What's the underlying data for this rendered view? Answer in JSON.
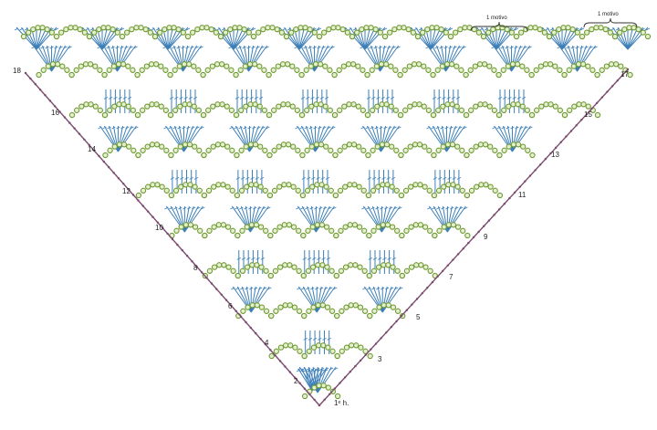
{
  "diagram": {
    "row_labels_left": [
      "18",
      "16",
      "14",
      "12",
      "10",
      "8",
      "6",
      "4",
      "2"
    ],
    "row_labels_right": [
      "17",
      "15",
      "13",
      "11",
      "9",
      "7",
      "5",
      "3"
    ],
    "start_label": "1ᵉ h.",
    "motif_labels": [
      "1 motivo",
      "1 motivo"
    ],
    "colors": {
      "chain": "#9bbf59",
      "chain_stroke": "#6f9a35",
      "stitch": "#3d7fb8",
      "outline": "#7a4a6e",
      "picot": "#c0392b"
    }
  }
}
